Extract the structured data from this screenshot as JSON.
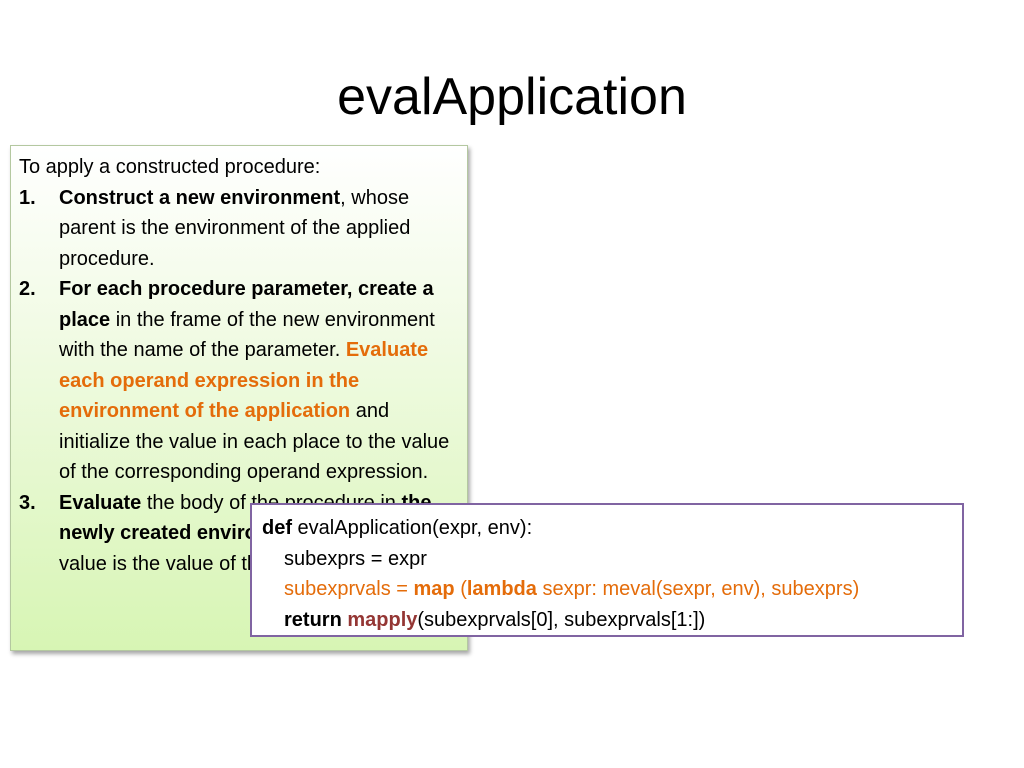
{
  "title": "evalApplication",
  "explanation": {
    "intro": "To apply a constructed procedure:",
    "steps": [
      {
        "number": "1.",
        "bold": "Construct a new environment",
        "text": ", whose parent is the environment of the applied procedure."
      },
      {
        "number": "2.",
        "bold": "For each procedure parameter, create a place",
        "text1": " in the frame of the new environment with the name of the parameter.  ",
        "orange_bold": "Evaluate each operand expression in the environment of the application",
        "text2": " and initialize the value in each place to the value of the corresponding operand expression."
      },
      {
        "number": "3.",
        "bold1": "Evaluate",
        "text1": " the body of the procedure in ",
        "bold2": "the newly created environment",
        "text2": ".  The resulting value is the value of the application."
      }
    ]
  },
  "code": {
    "line1": {
      "kw_def": "def",
      "rest": " evalApplication(expr, env):"
    },
    "line2": {
      "text": "subexprs = expr"
    },
    "line3": {
      "pre": "subexprvals = ",
      "kw_map": "map",
      "paren": " (",
      "kw_lambda": "lambda",
      "post": " sexpr: meval(sexpr, env), subexprs)"
    },
    "line4": {
      "kw_return": "return",
      "space": " ",
      "fn_mapply": "mapply",
      "args": "(subexprvals[0], subexprvals[1:])"
    }
  },
  "colors": {
    "orange": "#e46c0a",
    "mapply": "#943634",
    "code_border": "#8064a2",
    "box_green": "#d7f5b4"
  }
}
